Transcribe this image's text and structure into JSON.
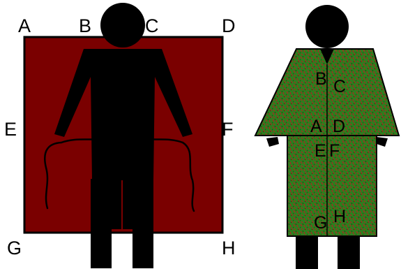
{
  "left_figure": {
    "corner_labels": {
      "top_left": "A",
      "top_mid_left": "B",
      "top_mid_right": "C",
      "top_right": "D",
      "mid_left": "E",
      "mid_right": "F",
      "bottom_left": "G",
      "bottom_right": "H"
    }
  },
  "right_figure": {
    "fold_labels": {
      "b": "B",
      "c": "C",
      "a": "A",
      "d": "D",
      "e": "E",
      "f": "F",
      "g": "G",
      "h": "H"
    }
  },
  "colors": {
    "cloth_red": "#7a0000",
    "cloth_green": "#2e7d1e",
    "cloth_speckle": "#b02020",
    "figure": "#000000",
    "outline": "#000000"
  }
}
